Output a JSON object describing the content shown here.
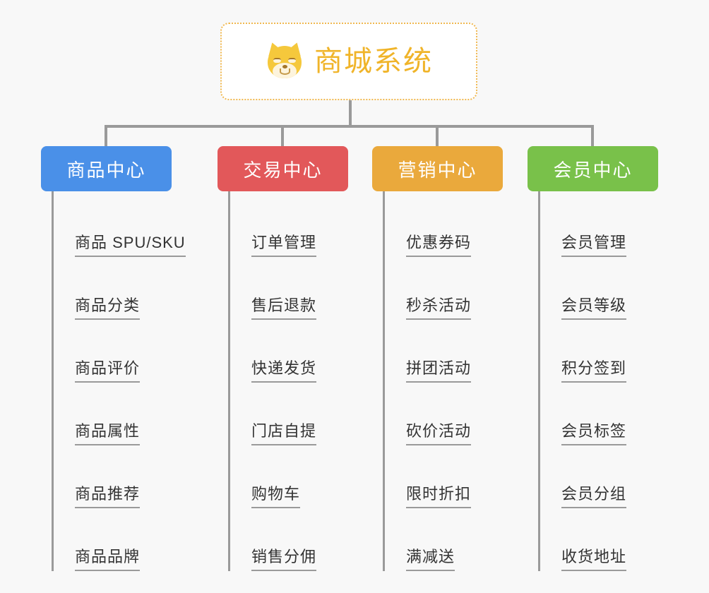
{
  "root": {
    "title": "商城系统",
    "icon": "shiba-inu-face-icon",
    "border_color": "#f0b850",
    "text_color": "#f0b429",
    "background": "#ffffff"
  },
  "canvas": {
    "background": "#f8f8f8",
    "connector_color": "#9a9a9a"
  },
  "branches": [
    {
      "label": "商品中心",
      "color": "#4a90e8",
      "key": "product-center",
      "leaves": [
        "商品 SPU/SKU",
        "商品分类",
        "商品评价",
        "商品属性",
        "商品推荐",
        "商品品牌"
      ]
    },
    {
      "label": "交易中心",
      "color": "#e2585a",
      "key": "trade-center",
      "leaves": [
        "订单管理",
        "售后退款",
        "快递发货",
        "门店自提",
        "购物车",
        "销售分佣"
      ]
    },
    {
      "label": "营销中心",
      "color": "#eaa93c",
      "key": "marketing-center",
      "leaves": [
        "优惠券码",
        "秒杀活动",
        "拼团活动",
        "砍价活动",
        "限时折扣",
        "满减送"
      ]
    },
    {
      "label": "会员中心",
      "color": "#79c14a",
      "key": "member-center",
      "leaves": [
        "会员管理",
        "会员等级",
        "积分签到",
        "会员标签",
        "会员分组",
        "收货地址"
      ]
    }
  ]
}
